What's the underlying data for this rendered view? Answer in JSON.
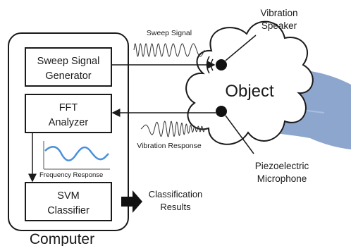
{
  "computer": {
    "label": "Computer"
  },
  "blocks": {
    "sweep_generator": {
      "line1": "Sweep Signal",
      "line2": "Generator"
    },
    "fft_analyzer": {
      "line1": "FFT",
      "line2": "Analyzer"
    },
    "svm_classifier": {
      "line1": "SVM",
      "line2": "Classifier"
    }
  },
  "signals": {
    "sweep_signal": "Sweep Signal",
    "vibration_response": "Vibration Response",
    "frequency_response": "Frequency Response"
  },
  "output": {
    "line1": "Classification",
    "line2": "Results"
  },
  "object": {
    "label": "Object"
  },
  "speaker": {
    "line1": "Vibration",
    "line2": "Speaker"
  },
  "microphone": {
    "line1": "Piezoelectric",
    "line2": "Microphone"
  },
  "colors": {
    "hand": "#7f9cc9",
    "curve": "#4a90d9",
    "stroke": "#1a1a1a"
  }
}
